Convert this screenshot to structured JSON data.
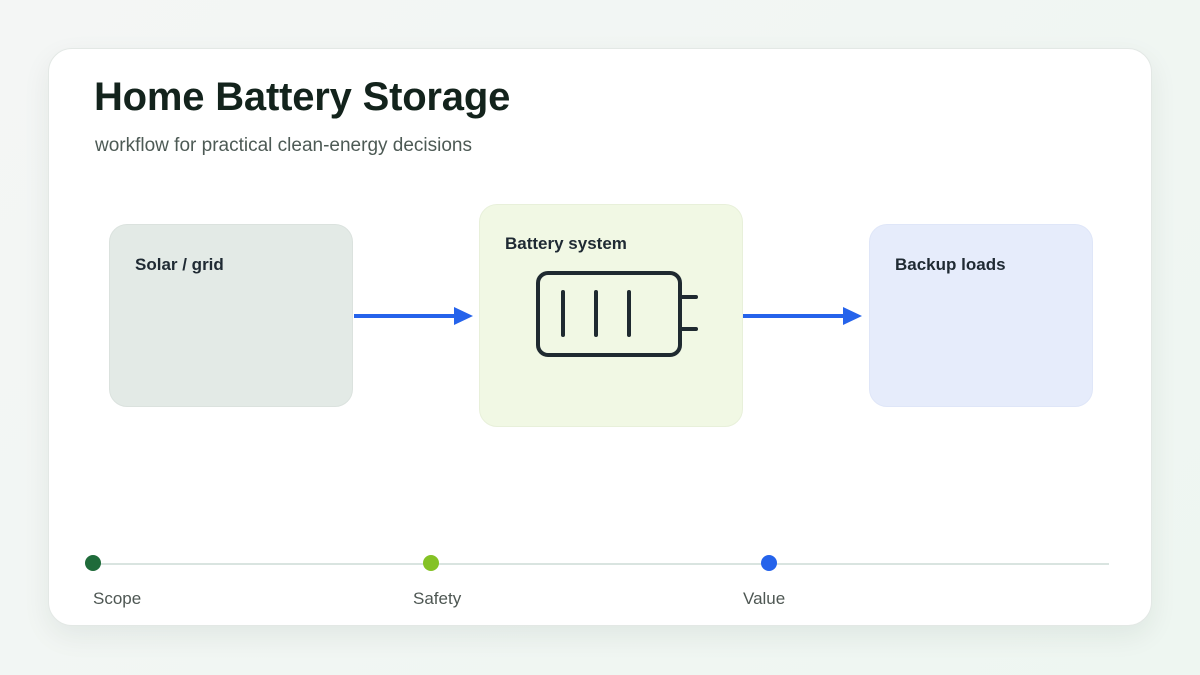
{
  "title": "Home Battery Storage",
  "subtitle": "workflow for practical clean-energy decisions",
  "nodes": [
    {
      "label": "Solar / grid",
      "color": "#e3eae6"
    },
    {
      "label": "Battery system",
      "color": "#f1f8e4",
      "icon": "battery-icon"
    },
    {
      "label": "Backup loads",
      "color": "#e6ecfb"
    }
  ],
  "arrow_color": "#2563eb",
  "timeline": {
    "steps": [
      {
        "label": "Scope",
        "color": "#1f6b3a"
      },
      {
        "label": "Safety",
        "color": "#84c225"
      },
      {
        "label": "Value",
        "color": "#2563eb"
      }
    ]
  }
}
